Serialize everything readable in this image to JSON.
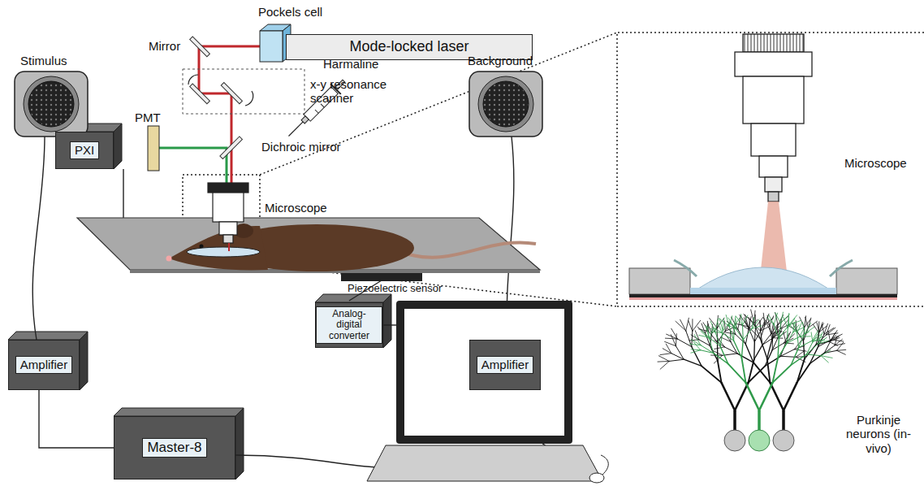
{
  "diagram": {
    "nodes": [
      {
        "text": [
          "Mode-locked laser"
        ]
      },
      {
        "text": [
          "PXI"
        ]
      },
      {
        "text": [
          "Analog-digital converter"
        ]
      },
      {
        "text": [
          "Amplifier"
        ]
      },
      {
        "text": [
          "Amplifier"
        ]
      },
      {
        "text": [
          "Master-8"
        ]
      }
    ],
    "edges": [
      {
        "from": 3,
        "to": 5,
        "arrow": "none"
      }
    ],
    "labels": [
      "Pockels cell",
      "Mirror",
      "x-y resonance scanner",
      "Dichroic mirror",
      "PMT",
      "Stimulus",
      "Harmaline",
      "Microscope",
      "Background",
      "Piezoelectric sensor",
      "Microscope",
      "Purkinje neurons (in-vivo)"
    ]
  }
}
